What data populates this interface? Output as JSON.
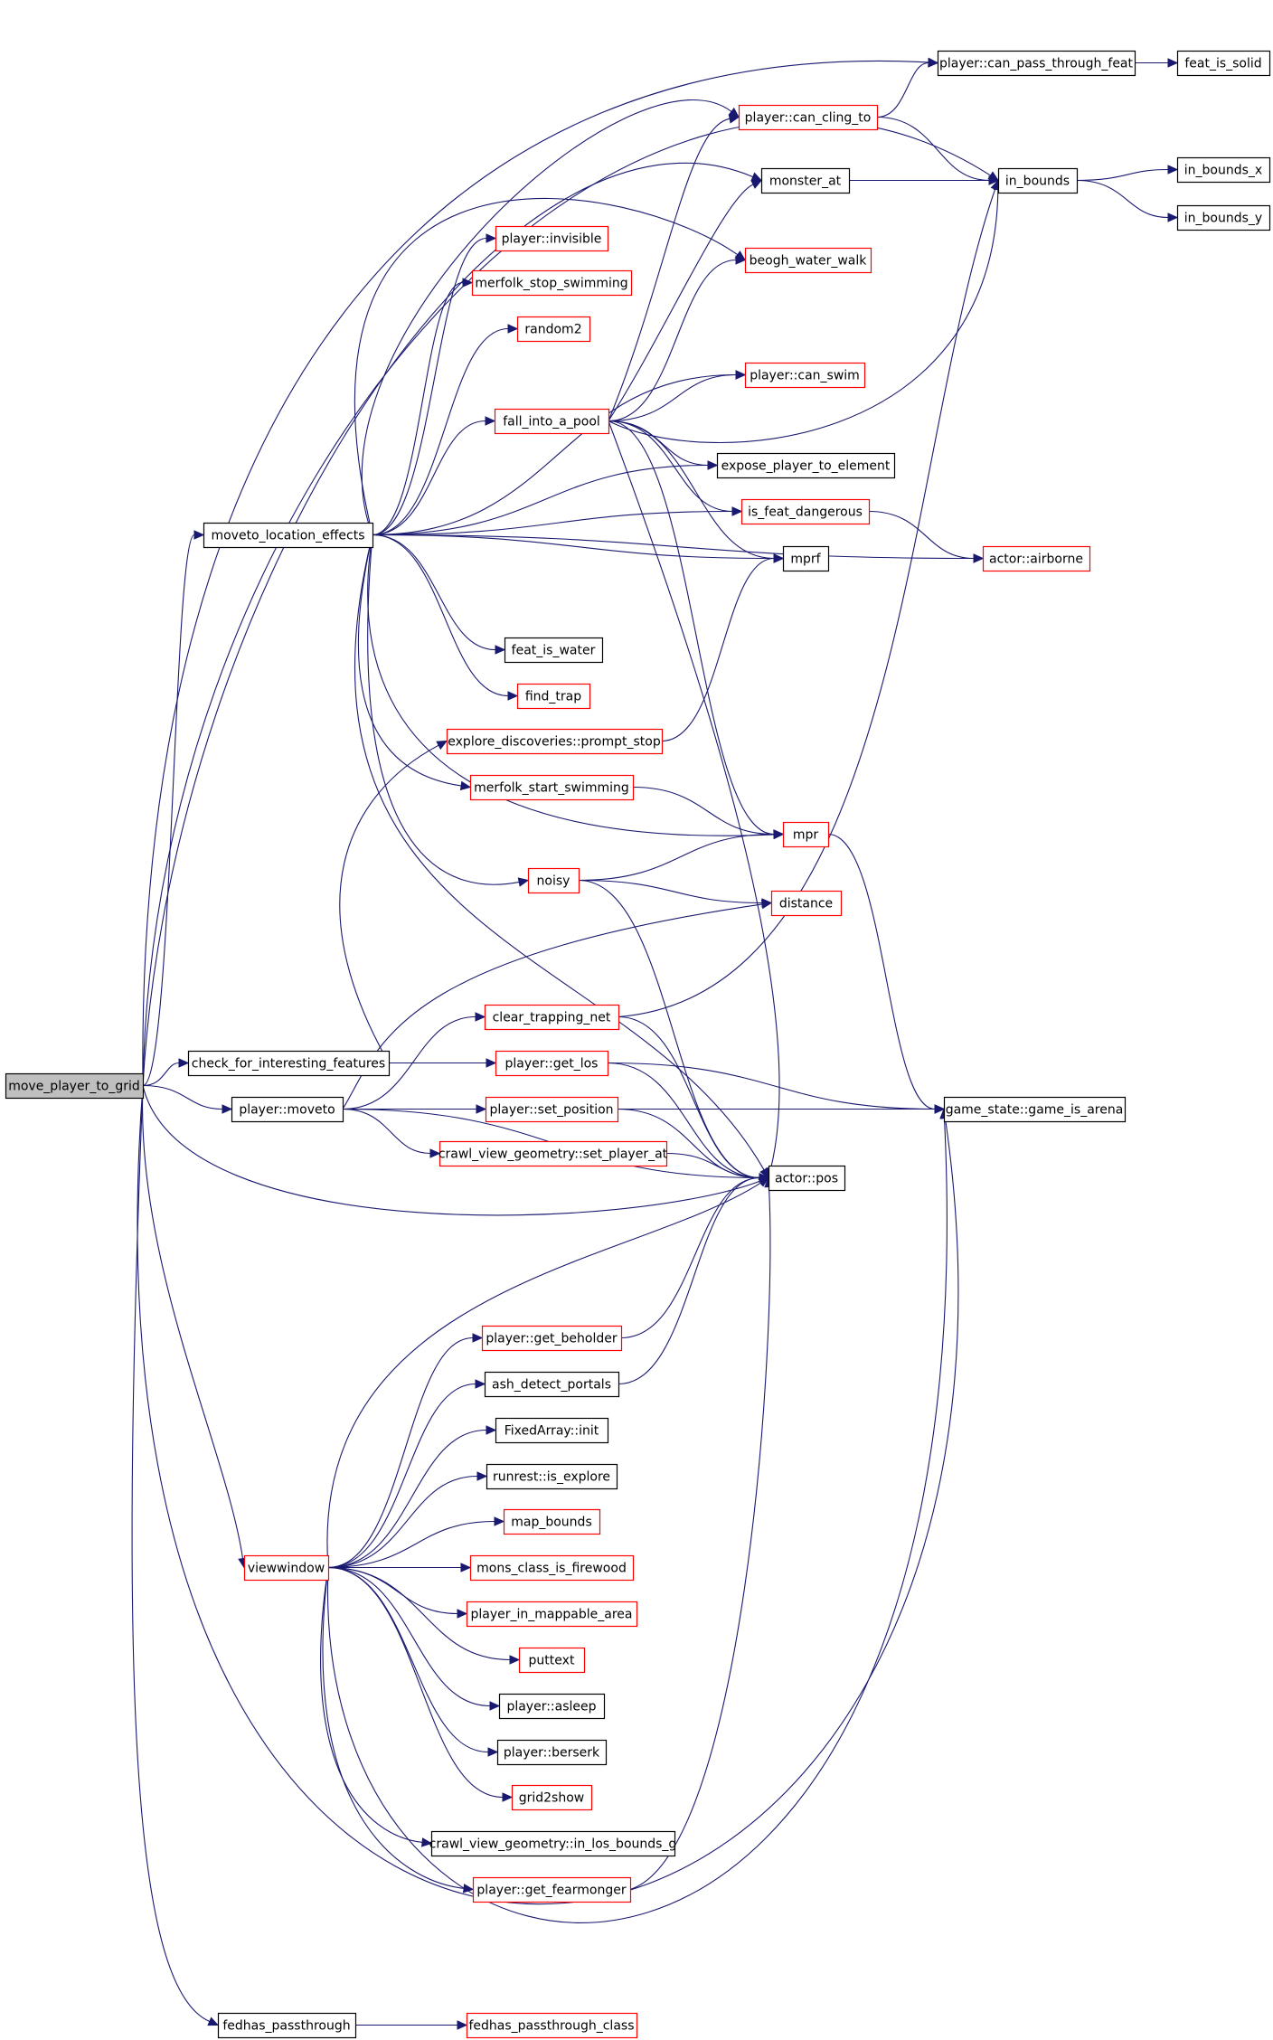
{
  "colors": {
    "background": "#ffffff",
    "edge": "#191970",
    "node_documented_border": "#000000",
    "node_undocumented_border": "#ff0000",
    "root_fill": "#bfbfbf"
  },
  "nodes": [
    {
      "id": "move_player_to_grid",
      "label": "move_player_to_grid",
      "style": "root"
    },
    {
      "id": "player_can_pass_through_feat",
      "label": "player::can_pass_through_feat",
      "style": "black"
    },
    {
      "id": "feat_is_solid",
      "label": "feat_is_solid",
      "style": "black"
    },
    {
      "id": "player_can_cling_to",
      "label": "player::can_cling_to",
      "style": "red"
    },
    {
      "id": "in_bounds",
      "label": "in_bounds",
      "style": "black"
    },
    {
      "id": "in_bounds_x",
      "label": "in_bounds_x",
      "style": "black"
    },
    {
      "id": "in_bounds_y",
      "label": "in_bounds_y",
      "style": "black"
    },
    {
      "id": "monster_at",
      "label": "monster_at",
      "style": "black"
    },
    {
      "id": "player_invisible",
      "label": "player::invisible",
      "style": "red"
    },
    {
      "id": "beogh_water_walk",
      "label": "beogh_water_walk",
      "style": "red"
    },
    {
      "id": "merfolk_stop_swimming",
      "label": "merfolk_stop_swimming",
      "style": "red"
    },
    {
      "id": "random2",
      "label": "random2",
      "style": "red"
    },
    {
      "id": "player_can_swim",
      "label": "player::can_swim",
      "style": "red"
    },
    {
      "id": "fall_into_a_pool",
      "label": "fall_into_a_pool",
      "style": "red"
    },
    {
      "id": "expose_player_to_element",
      "label": "expose_player_to_element",
      "style": "black"
    },
    {
      "id": "moveto_location_effects",
      "label": "moveto_location_effects",
      "style": "black"
    },
    {
      "id": "is_feat_dangerous",
      "label": "is_feat_dangerous",
      "style": "red"
    },
    {
      "id": "mprf",
      "label": "mprf",
      "style": "black"
    },
    {
      "id": "actor_airborne",
      "label": "actor::airborne",
      "style": "red"
    },
    {
      "id": "feat_is_water",
      "label": "feat_is_water",
      "style": "black"
    },
    {
      "id": "find_trap",
      "label": "find_trap",
      "style": "red"
    },
    {
      "id": "explore_discoveries_prompt_stop",
      "label": "explore_discoveries::prompt_stop",
      "style": "red"
    },
    {
      "id": "merfolk_start_swimming",
      "label": "merfolk_start_swimming",
      "style": "red"
    },
    {
      "id": "mpr",
      "label": "mpr",
      "style": "red"
    },
    {
      "id": "noisy",
      "label": "noisy",
      "style": "red"
    },
    {
      "id": "distance",
      "label": "distance",
      "style": "red"
    },
    {
      "id": "clear_trapping_net",
      "label": "clear_trapping_net",
      "style": "red"
    },
    {
      "id": "check_for_interesting_features",
      "label": "check_for_interesting_features",
      "style": "black"
    },
    {
      "id": "player_get_los",
      "label": "player::get_los",
      "style": "red"
    },
    {
      "id": "player_moveto",
      "label": "player::moveto",
      "style": "black"
    },
    {
      "id": "player_set_position",
      "label": "player::set_position",
      "style": "red"
    },
    {
      "id": "game_state_game_is_arena",
      "label": "game_state::game_is_arena",
      "style": "black"
    },
    {
      "id": "crawl_view_geometry_set_player_at",
      "label": "crawl_view_geometry::set_player_at",
      "style": "red"
    },
    {
      "id": "actor_pos",
      "label": "actor::pos",
      "style": "black"
    },
    {
      "id": "player_get_beholder",
      "label": "player::get_beholder",
      "style": "red"
    },
    {
      "id": "ash_detect_portals",
      "label": "ash_detect_portals",
      "style": "black"
    },
    {
      "id": "fixedarray_init",
      "label": "FixedArray::init",
      "style": "black"
    },
    {
      "id": "runrest_is_explore",
      "label": "runrest::is_explore",
      "style": "black"
    },
    {
      "id": "map_bounds",
      "label": "map_bounds",
      "style": "red"
    },
    {
      "id": "viewwindow",
      "label": "viewwindow",
      "style": "red"
    },
    {
      "id": "mons_class_is_firewood",
      "label": "mons_class_is_firewood",
      "style": "red"
    },
    {
      "id": "player_in_mappable_area",
      "label": "player_in_mappable_area",
      "style": "red"
    },
    {
      "id": "puttext",
      "label": "puttext",
      "style": "red"
    },
    {
      "id": "player_asleep",
      "label": "player::asleep",
      "style": "black"
    },
    {
      "id": "player_berserk",
      "label": "player::berserk",
      "style": "black"
    },
    {
      "id": "grid2show",
      "label": "grid2show",
      "style": "red"
    },
    {
      "id": "crawl_view_geometry_in_los_bounds_g",
      "label": "crawl_view_geometry::in_los_bounds_g",
      "style": "black"
    },
    {
      "id": "player_get_fearmonger",
      "label": "player::get_fearmonger",
      "style": "red"
    },
    {
      "id": "fedhas_passthrough",
      "label": "fedhas_passthrough",
      "style": "black"
    },
    {
      "id": "fedhas_passthrough_class",
      "label": "fedhas_passthrough_class",
      "style": "red"
    }
  ],
  "edges": [
    [
      "move_player_to_grid",
      "player_can_pass_through_feat"
    ],
    [
      "move_player_to_grid",
      "in_bounds"
    ],
    [
      "move_player_to_grid",
      "monster_at"
    ],
    [
      "move_player_to_grid",
      "moveto_location_effects"
    ],
    [
      "move_player_to_grid",
      "check_for_interesting_features"
    ],
    [
      "move_player_to_grid",
      "player_moveto"
    ],
    [
      "move_player_to_grid",
      "actor_pos"
    ],
    [
      "move_player_to_grid",
      "viewwindow"
    ],
    [
      "move_player_to_grid",
      "game_state_game_is_arena"
    ],
    [
      "move_player_to_grid",
      "fedhas_passthrough"
    ],
    [
      "player_can_pass_through_feat",
      "feat_is_solid"
    ],
    [
      "player_can_cling_to",
      "player_can_pass_through_feat"
    ],
    [
      "player_can_cling_to",
      "in_bounds"
    ],
    [
      "in_bounds",
      "in_bounds_x"
    ],
    [
      "in_bounds",
      "in_bounds_y"
    ],
    [
      "monster_at",
      "in_bounds"
    ],
    [
      "moveto_location_effects",
      "player_can_cling_to"
    ],
    [
      "moveto_location_effects",
      "beogh_water_walk"
    ],
    [
      "moveto_location_effects",
      "player_invisible"
    ],
    [
      "moveto_location_effects",
      "merfolk_stop_swimming"
    ],
    [
      "moveto_location_effects",
      "random2"
    ],
    [
      "moveto_location_effects",
      "player_can_swim"
    ],
    [
      "moveto_location_effects",
      "fall_into_a_pool"
    ],
    [
      "moveto_location_effects",
      "expose_player_to_element"
    ],
    [
      "moveto_location_effects",
      "is_feat_dangerous"
    ],
    [
      "moveto_location_effects",
      "mprf"
    ],
    [
      "moveto_location_effects",
      "actor_airborne"
    ],
    [
      "moveto_location_effects",
      "feat_is_water"
    ],
    [
      "moveto_location_effects",
      "find_trap"
    ],
    [
      "moveto_location_effects",
      "merfolk_start_swimming"
    ],
    [
      "moveto_location_effects",
      "mpr"
    ],
    [
      "moveto_location_effects",
      "noisy"
    ],
    [
      "moveto_location_effects",
      "actor_pos"
    ],
    [
      "fall_into_a_pool",
      "player_can_cling_to"
    ],
    [
      "fall_into_a_pool",
      "monster_at"
    ],
    [
      "fall_into_a_pool",
      "beogh_water_walk"
    ],
    [
      "fall_into_a_pool",
      "player_can_swim"
    ],
    [
      "fall_into_a_pool",
      "in_bounds"
    ],
    [
      "fall_into_a_pool",
      "expose_player_to_element"
    ],
    [
      "fall_into_a_pool",
      "is_feat_dangerous"
    ],
    [
      "fall_into_a_pool",
      "mprf"
    ],
    [
      "fall_into_a_pool",
      "mpr"
    ],
    [
      "fall_into_a_pool",
      "actor_pos"
    ],
    [
      "is_feat_dangerous",
      "actor_airborne"
    ],
    [
      "explore_discoveries_prompt_stop",
      "mprf"
    ],
    [
      "merfolk_start_swimming",
      "mpr"
    ],
    [
      "noisy",
      "mpr"
    ],
    [
      "noisy",
      "distance"
    ],
    [
      "noisy",
      "actor_pos"
    ],
    [
      "mpr",
      "game_state_game_is_arena"
    ],
    [
      "check_for_interesting_features",
      "explore_discoveries_prompt_stop"
    ],
    [
      "check_for_interesting_features",
      "player_get_los"
    ],
    [
      "player_moveto",
      "distance"
    ],
    [
      "player_moveto",
      "clear_trapping_net"
    ],
    [
      "player_moveto",
      "player_set_position"
    ],
    [
      "player_moveto",
      "crawl_view_geometry_set_player_at"
    ],
    [
      "player_moveto",
      "actor_pos"
    ],
    [
      "clear_trapping_net",
      "in_bounds"
    ],
    [
      "clear_trapping_net",
      "actor_pos"
    ],
    [
      "player_get_los",
      "game_state_game_is_arena"
    ],
    [
      "player_get_los",
      "actor_pos"
    ],
    [
      "player_set_position",
      "game_state_game_is_arena"
    ],
    [
      "player_set_position",
      "actor_pos"
    ],
    [
      "crawl_view_geometry_set_player_at",
      "actor_pos"
    ],
    [
      "viewwindow",
      "actor_pos"
    ],
    [
      "viewwindow",
      "player_get_beholder"
    ],
    [
      "viewwindow",
      "ash_detect_portals"
    ],
    [
      "viewwindow",
      "fixedarray_init"
    ],
    [
      "viewwindow",
      "runrest_is_explore"
    ],
    [
      "viewwindow",
      "map_bounds"
    ],
    [
      "viewwindow",
      "mons_class_is_firewood"
    ],
    [
      "viewwindow",
      "player_in_mappable_area"
    ],
    [
      "viewwindow",
      "puttext"
    ],
    [
      "viewwindow",
      "player_asleep"
    ],
    [
      "viewwindow",
      "player_berserk"
    ],
    [
      "viewwindow",
      "grid2show"
    ],
    [
      "viewwindow",
      "crawl_view_geometry_in_los_bounds_g"
    ],
    [
      "viewwindow",
      "player_get_fearmonger"
    ],
    [
      "viewwindow",
      "game_state_game_is_arena"
    ],
    [
      "player_get_beholder",
      "actor_pos"
    ],
    [
      "ash_detect_portals",
      "actor_pos"
    ],
    [
      "player_get_fearmonger",
      "actor_pos"
    ],
    [
      "fedhas_passthrough",
      "fedhas_passthrough_class"
    ]
  ]
}
